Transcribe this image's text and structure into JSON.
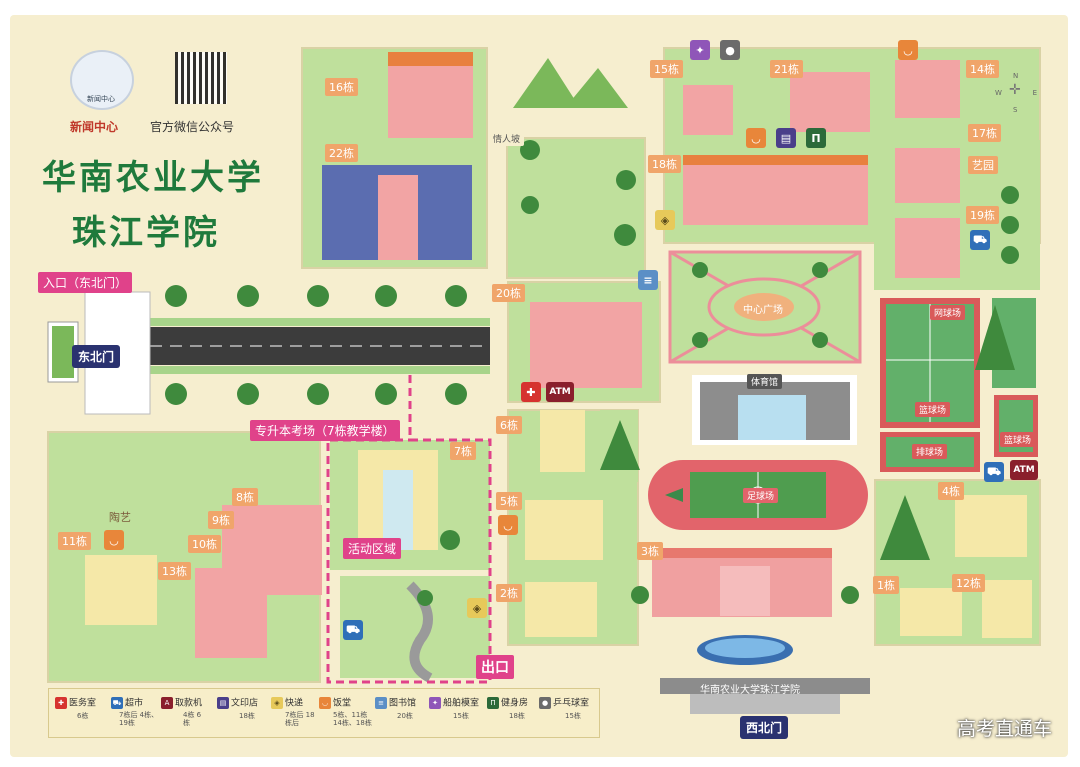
{
  "header": {
    "logo_text": "新闻中心",
    "news_center": "新闻中心",
    "wechat": "官方微信公众号",
    "title_line1": "华南农业大学",
    "title_line2": "珠江学院"
  },
  "buildings": {
    "b16": "16栋",
    "b22": "22栋",
    "b15": "15栋",
    "b21": "21栋",
    "b14": "14栋",
    "b17": "17栋",
    "b18": "18栋",
    "b19": "19栋",
    "b20": "20栋",
    "b7": "7栋",
    "b6": "6栋",
    "b5": "5栋",
    "b2": "2栋",
    "b3": "3栋",
    "b4": "4栋",
    "b1": "1栋",
    "b12": "12栋",
    "b8": "8栋",
    "b9": "9栋",
    "b10": "10栋",
    "b11": "11栋",
    "b13": "13栋"
  },
  "places": {
    "lovers_slope": "情人坡",
    "art_garden": "艺园",
    "center_plaza": "中心广场",
    "gym": "体育馆",
    "football": "足球场",
    "tennis": "网球场",
    "basketball1": "篮球场",
    "basketball2": "篮球场",
    "volleyball": "排球场",
    "pottery": "陶艺",
    "gate_sign": "华南农业大学珠江学院"
  },
  "markers": {
    "entrance": "入口（东北门）",
    "northeast_gate": "东北门",
    "exam_site": "专升本考场（7栋教学楼）",
    "activity_area": "活动区域",
    "exit": "出口",
    "west_gate": "西北门",
    "atm1": "ATM",
    "atm2": "ATM"
  },
  "legend": [
    {
      "name": "医务室",
      "sub": "6栋",
      "color": "#d6332f",
      "icon": "cross-icon"
    },
    {
      "name": "超市",
      "sub": "7栋后 4栋、19栋",
      "color": "#2f6fb8",
      "icon": "cart-icon"
    },
    {
      "name": "取款机",
      "sub": "4栋 6栋",
      "color": "#8a1f2c",
      "icon": "atm-icon"
    },
    {
      "name": "文印店",
      "sub": "18栋",
      "color": "#4a3f8a",
      "icon": "printer-icon"
    },
    {
      "name": "快递",
      "sub": "7栋后 18栋后",
      "color": "#e7c95a",
      "icon": "package-icon"
    },
    {
      "name": "饭堂",
      "sub": "5栋、11栋 14栋、18栋",
      "color": "#e8863a",
      "icon": "bowl-icon"
    },
    {
      "name": "图书馆",
      "sub": "20栋",
      "color": "#5b8fc6",
      "icon": "books-icon"
    },
    {
      "name": "船舶模室",
      "sub": "15栋",
      "color": "#8f56b8",
      "icon": "boat-icon"
    },
    {
      "name": "健身房",
      "sub": "18栋",
      "color": "#2c6a3a",
      "icon": "fitness-icon"
    },
    {
      "name": "乒乓球室",
      "sub": "15栋",
      "color": "#6b6b6b",
      "icon": "pingpong-icon"
    }
  ],
  "compass": {
    "n": "N",
    "e": "E",
    "s": "S",
    "w": "W"
  },
  "watermark": "高考直通车"
}
